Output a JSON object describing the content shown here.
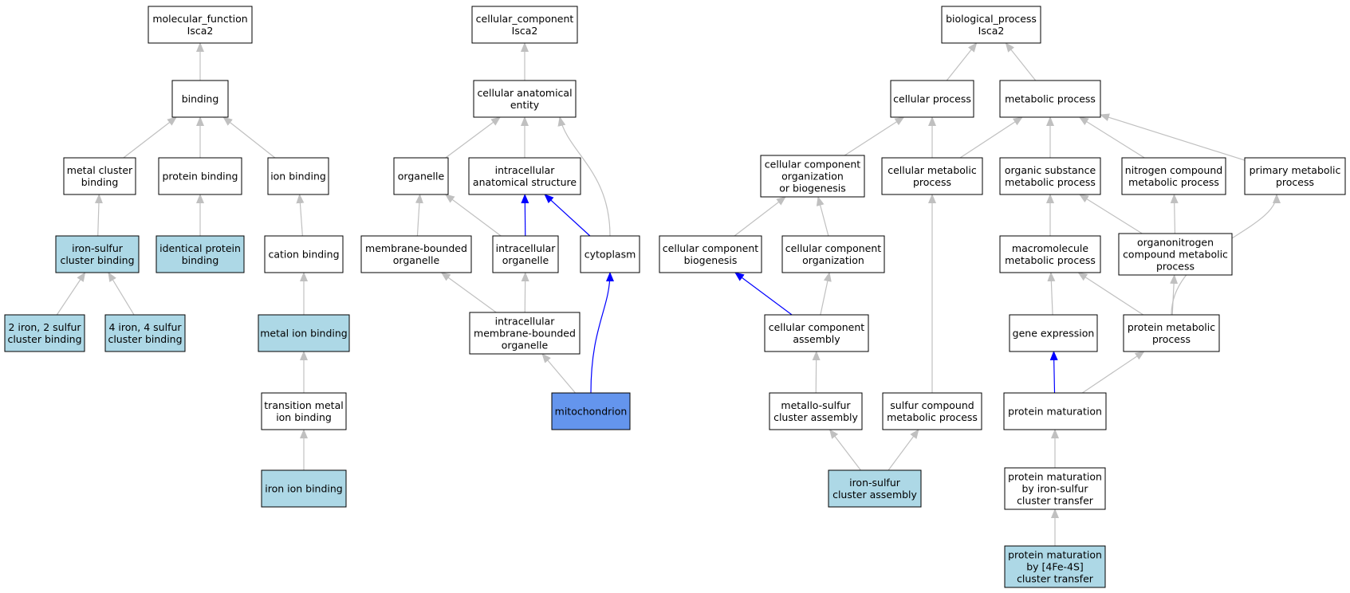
{
  "colors": {
    "node_fill": "#ffffff",
    "annotated_fill": "#add8e6",
    "focus_fill": "#6495ed",
    "edge_gray": "#c0c0c0",
    "edge_blue": "#0000ff"
  },
  "nodes": [
    {
      "id": "mf",
      "lines": [
        "molecular_function",
        "Isca2"
      ],
      "style": "normal"
    },
    {
      "id": "binding",
      "lines": [
        "binding"
      ],
      "style": "normal"
    },
    {
      "id": "metal_cluster",
      "lines": [
        "metal cluster",
        "binding"
      ],
      "style": "normal"
    },
    {
      "id": "protein_binding",
      "lines": [
        "protein binding"
      ],
      "style": "normal"
    },
    {
      "id": "ion_binding",
      "lines": [
        "ion binding"
      ],
      "style": "normal"
    },
    {
      "id": "fes_binding",
      "lines": [
        "iron-sulfur",
        "cluster binding"
      ],
      "style": "annotated"
    },
    {
      "id": "identical_protein",
      "lines": [
        "identical protein",
        "binding"
      ],
      "style": "annotated"
    },
    {
      "id": "cation_binding",
      "lines": [
        "cation binding"
      ],
      "style": "normal"
    },
    {
      "id": "fe2s2",
      "lines": [
        "2 iron, 2 sulfur",
        "cluster binding"
      ],
      "style": "annotated"
    },
    {
      "id": "fe4s4",
      "lines": [
        "4 iron, 4 sulfur",
        "cluster binding"
      ],
      "style": "annotated"
    },
    {
      "id": "metal_ion",
      "lines": [
        "metal ion binding"
      ],
      "style": "annotated"
    },
    {
      "id": "transition_metal",
      "lines": [
        "transition metal",
        "ion binding"
      ],
      "style": "normal"
    },
    {
      "id": "iron_ion",
      "lines": [
        "iron ion binding"
      ],
      "style": "annotated"
    },
    {
      "id": "cc",
      "lines": [
        "cellular_component",
        "Isca2"
      ],
      "style": "normal"
    },
    {
      "id": "cae",
      "lines": [
        "cellular anatomical",
        "entity"
      ],
      "style": "normal"
    },
    {
      "id": "organelle",
      "lines": [
        "organelle"
      ],
      "style": "normal"
    },
    {
      "id": "ias",
      "lines": [
        "intracellular",
        "anatomical structure"
      ],
      "style": "normal"
    },
    {
      "id": "mbo",
      "lines": [
        "membrane-bounded",
        "organelle"
      ],
      "style": "normal"
    },
    {
      "id": "io",
      "lines": [
        "intracellular",
        "organelle"
      ],
      "style": "normal"
    },
    {
      "id": "cytoplasm",
      "lines": [
        "cytoplasm"
      ],
      "style": "normal"
    },
    {
      "id": "imbo",
      "lines": [
        "intracellular",
        "membrane-bounded",
        "organelle"
      ],
      "style": "normal"
    },
    {
      "id": "mito",
      "lines": [
        "mitochondrion"
      ],
      "style": "focus"
    },
    {
      "id": "bp",
      "lines": [
        "biological_process",
        "Isca2"
      ],
      "style": "normal"
    },
    {
      "id": "cp",
      "lines": [
        "cellular process"
      ],
      "style": "normal"
    },
    {
      "id": "mp",
      "lines": [
        "metabolic process"
      ],
      "style": "normal"
    },
    {
      "id": "ccob",
      "lines": [
        "cellular component",
        "organization",
        "or biogenesis"
      ],
      "style": "normal"
    },
    {
      "id": "cmp",
      "lines": [
        "cellular metabolic",
        "process"
      ],
      "style": "normal"
    },
    {
      "id": "osmp",
      "lines": [
        "organic substance",
        "metabolic process"
      ],
      "style": "normal"
    },
    {
      "id": "ncmp",
      "lines": [
        "nitrogen compound",
        "metabolic process"
      ],
      "style": "normal"
    },
    {
      "id": "pmp",
      "lines": [
        "primary metabolic",
        "process"
      ],
      "style": "normal"
    },
    {
      "id": "ccb",
      "lines": [
        "cellular component",
        "biogenesis"
      ],
      "style": "normal"
    },
    {
      "id": "cco",
      "lines": [
        "cellular component",
        "organization"
      ],
      "style": "normal"
    },
    {
      "id": "macro",
      "lines": [
        "macromolecule",
        "metabolic process"
      ],
      "style": "normal"
    },
    {
      "id": "oncmp",
      "lines": [
        "organonitrogen",
        "compound metabolic",
        "process"
      ],
      "style": "normal"
    },
    {
      "id": "cca",
      "lines": [
        "cellular component",
        "assembly"
      ],
      "style": "normal"
    },
    {
      "id": "ge",
      "lines": [
        "gene expression"
      ],
      "style": "normal"
    },
    {
      "id": "protmp",
      "lines": [
        "protein metabolic",
        "process"
      ],
      "style": "normal"
    },
    {
      "id": "msca",
      "lines": [
        "metallo-sulfur",
        "cluster assembly"
      ],
      "style": "normal"
    },
    {
      "id": "scmp",
      "lines": [
        "sulfur compound",
        "metabolic process"
      ],
      "style": "normal"
    },
    {
      "id": "pm",
      "lines": [
        "protein maturation"
      ],
      "style": "normal"
    },
    {
      "id": "fesca",
      "lines": [
        "iron-sulfur",
        "cluster assembly"
      ],
      "style": "annotated"
    },
    {
      "id": "pmfes",
      "lines": [
        "protein maturation",
        "by iron-sulfur",
        "cluster transfer"
      ],
      "style": "normal"
    },
    {
      "id": "pm4fe",
      "lines": [
        "protein maturation",
        "by [4Fe-4S]",
        "cluster transfer"
      ],
      "style": "annotated"
    }
  ],
  "edges": [
    {
      "from": "binding",
      "to": "mf",
      "color": "gray"
    },
    {
      "from": "metal_cluster",
      "to": "binding",
      "color": "gray"
    },
    {
      "from": "protein_binding",
      "to": "binding",
      "color": "gray"
    },
    {
      "from": "ion_binding",
      "to": "binding",
      "color": "gray"
    },
    {
      "from": "fes_binding",
      "to": "metal_cluster",
      "color": "gray"
    },
    {
      "from": "identical_protein",
      "to": "protein_binding",
      "color": "gray"
    },
    {
      "from": "cation_binding",
      "to": "ion_binding",
      "color": "gray"
    },
    {
      "from": "fe2s2",
      "to": "fes_binding",
      "color": "gray"
    },
    {
      "from": "fe4s4",
      "to": "fes_binding",
      "color": "gray"
    },
    {
      "from": "metal_ion",
      "to": "cation_binding",
      "color": "gray"
    },
    {
      "from": "transition_metal",
      "to": "metal_ion",
      "color": "gray"
    },
    {
      "from": "iron_ion",
      "to": "transition_metal",
      "color": "gray"
    },
    {
      "from": "cae",
      "to": "cc",
      "color": "gray"
    },
    {
      "from": "organelle",
      "to": "cae",
      "color": "gray"
    },
    {
      "from": "ias",
      "to": "cae",
      "color": "gray"
    },
    {
      "from": "cytoplasm",
      "to": "cae",
      "color": "gray",
      "curve": true
    },
    {
      "from": "mbo",
      "to": "organelle",
      "color": "gray"
    },
    {
      "from": "io",
      "to": "organelle",
      "color": "gray"
    },
    {
      "from": "io",
      "to": "ias",
      "color": "blue"
    },
    {
      "from": "cytoplasm",
      "to": "ias",
      "color": "blue"
    },
    {
      "from": "imbo",
      "to": "mbo",
      "color": "gray"
    },
    {
      "from": "imbo",
      "to": "io",
      "color": "gray"
    },
    {
      "from": "mito",
      "to": "imbo",
      "color": "gray"
    },
    {
      "from": "mito",
      "to": "cytoplasm",
      "color": "blue",
      "curve": true
    },
    {
      "from": "cp",
      "to": "bp",
      "color": "gray"
    },
    {
      "from": "mp",
      "to": "bp",
      "color": "gray"
    },
    {
      "from": "ccob",
      "to": "cp",
      "color": "gray"
    },
    {
      "from": "cmp",
      "to": "cp",
      "color": "gray"
    },
    {
      "from": "cmp",
      "to": "mp",
      "color": "gray"
    },
    {
      "from": "osmp",
      "to": "mp",
      "color": "gray"
    },
    {
      "from": "ncmp",
      "to": "mp",
      "color": "gray"
    },
    {
      "from": "pmp",
      "to": "mp",
      "color": "gray"
    },
    {
      "from": "ccb",
      "to": "ccob",
      "color": "gray"
    },
    {
      "from": "cco",
      "to": "ccob",
      "color": "gray"
    },
    {
      "from": "macro",
      "to": "osmp",
      "color": "gray"
    },
    {
      "from": "oncmp",
      "to": "osmp",
      "color": "gray"
    },
    {
      "from": "oncmp",
      "to": "ncmp",
      "color": "gray"
    },
    {
      "from": "cca",
      "to": "ccb",
      "color": "blue"
    },
    {
      "from": "cca",
      "to": "cco",
      "color": "gray"
    },
    {
      "from": "ge",
      "to": "macro",
      "color": "gray"
    },
    {
      "from": "protmp",
      "to": "macro",
      "color": "gray"
    },
    {
      "from": "protmp",
      "to": "oncmp",
      "color": "gray"
    },
    {
      "from": "protmp",
      "to": "pmp",
      "color": "gray",
      "curve": true
    },
    {
      "from": "msca",
      "to": "cca",
      "color": "gray"
    },
    {
      "from": "scmp",
      "to": "cmp",
      "color": "gray"
    },
    {
      "from": "pm",
      "to": "ge",
      "color": "blue"
    },
    {
      "from": "pm",
      "to": "protmp",
      "color": "gray"
    },
    {
      "from": "fesca",
      "to": "msca",
      "color": "gray"
    },
    {
      "from": "fesca",
      "to": "scmp",
      "color": "gray"
    },
    {
      "from": "pmfes",
      "to": "pm",
      "color": "gray"
    },
    {
      "from": "pm4fe",
      "to": "pmfes",
      "color": "gray"
    }
  ]
}
